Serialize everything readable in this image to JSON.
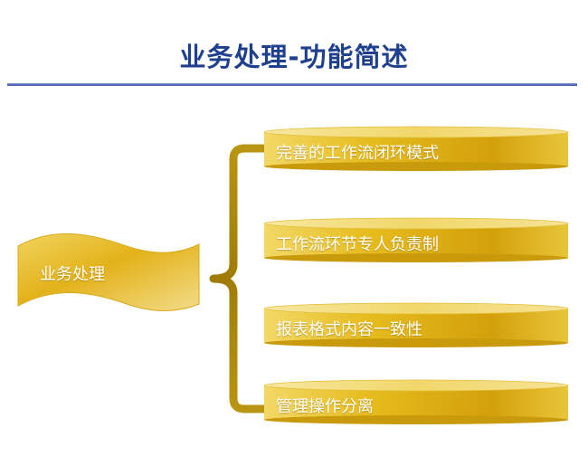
{
  "slide": {
    "title": "业务处理-功能简述"
  },
  "center": {
    "label": "业务处理"
  },
  "items": [
    {
      "label": "完善的工作流闭环模式"
    },
    {
      "label": "工作流环节专人负责制"
    },
    {
      "label": "报表格式内容一致性"
    },
    {
      "label": "管理操作分离"
    }
  ],
  "colors": {
    "title": "#1f3f8f",
    "rule": "#3a5aa8",
    "gold_light": "#f3dc7a",
    "gold_mid": "#e0b318",
    "gold_dark": "#b88a08",
    "bracket": "#b0890a"
  }
}
